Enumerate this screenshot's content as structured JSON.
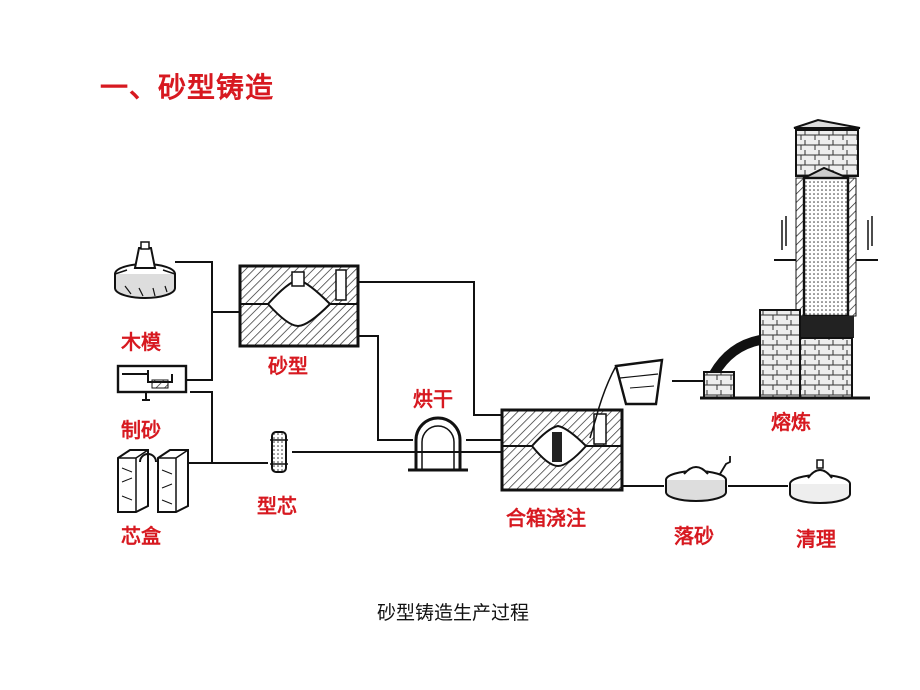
{
  "title": "一、砂型铸造",
  "caption": "砂型铸造生产过程",
  "labels": {
    "wood_pattern": "木模",
    "sand_making": "制砂",
    "core_box": "芯盒",
    "sand_mold": "砂型",
    "core": "型芯",
    "drying": "烘干",
    "assembly_pouring": "合箱浇注",
    "melting": "熔炼",
    "shakeout": "落砂",
    "cleaning": "清理"
  },
  "colors": {
    "label": "#d71920",
    "line": "#111111"
  }
}
